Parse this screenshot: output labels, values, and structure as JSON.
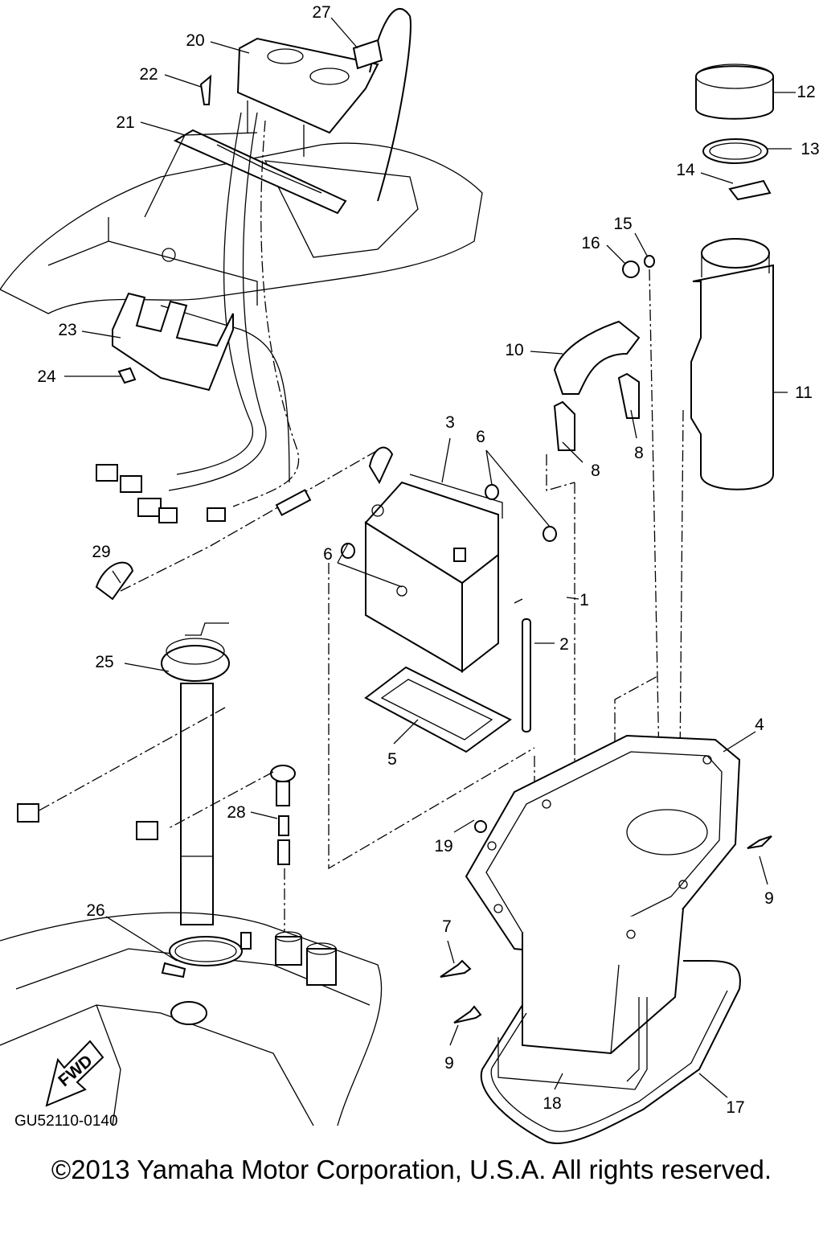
{
  "diagram": {
    "callouts": {
      "c1": "1",
      "c2": "2",
      "c3": "3",
      "c4": "4",
      "c5": "5",
      "c6a": "6",
      "c6b": "6",
      "c7": "7",
      "c8a": "8",
      "c8b": "8",
      "c9a": "9",
      "c9b": "9",
      "c10": "10",
      "c11": "11",
      "c12": "12",
      "c13": "13",
      "c14": "14",
      "c15": "15",
      "c16": "16",
      "c17": "17",
      "c18": "18",
      "c19": "19",
      "c20": "20",
      "c21": "21",
      "c22": "22",
      "c23": "23",
      "c24": "24",
      "c25": "25",
      "c26": "26",
      "c27": "27",
      "c28": "28",
      "c29": "29"
    },
    "fwd_arrow_label": "FWD",
    "drawing_code": "GU52110-0140",
    "copyright": "©2013 Yamaha Motor Corporation, U.S.A. All rights reserved."
  }
}
